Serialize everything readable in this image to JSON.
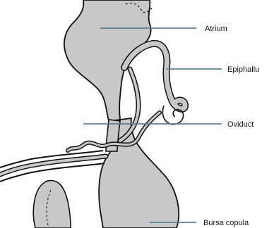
{
  "labels": {
    "atrium": "Atrium",
    "epiphallus": "Epiphallu",
    "oviduct": "Oviduct",
    "bursa": "Bursa copula"
  },
  "colors": {
    "organ_fill": "#c8c8c8",
    "outline": "#111111",
    "leader_line": "#5a7f9a",
    "background": "#ffffff"
  }
}
